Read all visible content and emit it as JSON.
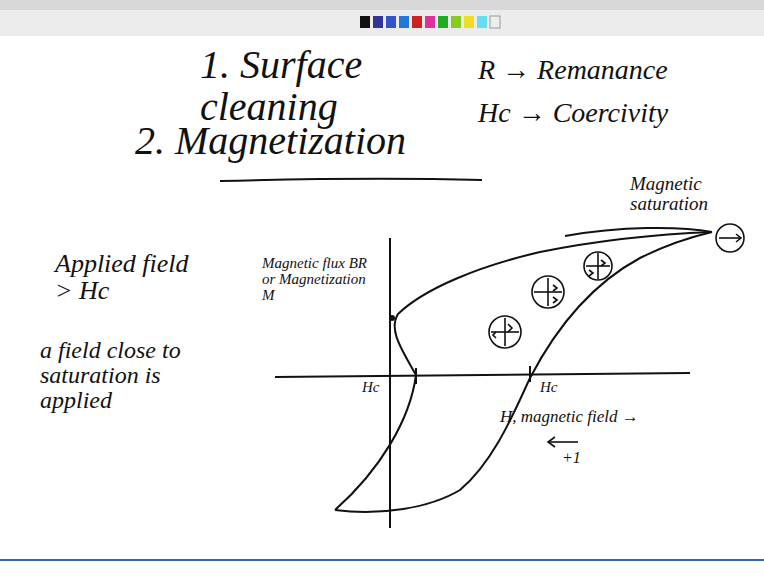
{
  "diagram": {
    "labels": [
      "1. Surface cleaning",
      "2. Magnetization",
      "R → Remanance",
      "Hc → Coercivity",
      "Magnetic saturation",
      "Applied field > Hc",
      "a field close to saturation is applied",
      "Magnetic flux BR or Magnetization M",
      "Hc",
      "Hc",
      "H, magnetic field →",
      "+1"
    ]
  }
}
